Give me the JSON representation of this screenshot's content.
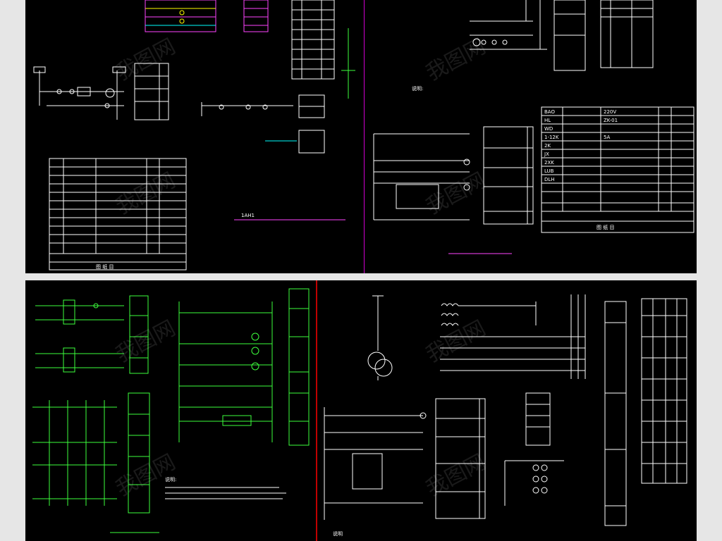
{
  "colors": {
    "background": "#000000",
    "wire": "#ffffff",
    "green_wire": "#3dff3d",
    "magenta_divider": "#d000d0",
    "red_divider": "#c00000",
    "frame": "#e6e6e6"
  },
  "watermark": {
    "text": "我图网",
    "icon": "watermark-logo"
  },
  "sheets": {
    "top_left": {
      "title": "1AH1",
      "table_footer": "图 纸 目"
    },
    "top_right": {
      "note_label": "说明:",
      "table_rows": [
        "BAO",
        "HL",
        "WD",
        "1-12K",
        "2K",
        "JX",
        "2XK",
        "LUB",
        "DLH"
      ],
      "table_values": [
        "220V",
        "ZK-01",
        "5A"
      ],
      "table_footer": "图 纸 目"
    },
    "bottom_left": {
      "note_label": "说明:"
    },
    "bottom_right": {
      "note_label": "说明"
    }
  }
}
